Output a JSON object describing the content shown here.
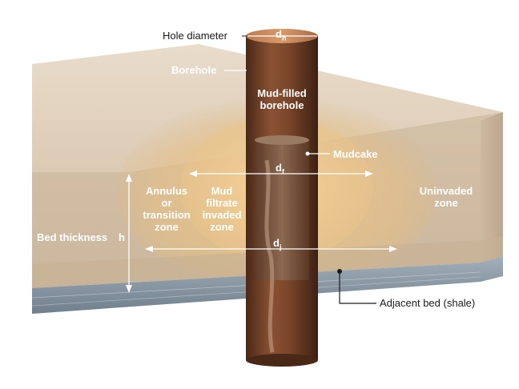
{
  "labels": {
    "hole_diameter": "Hole diameter",
    "dh_main": "d",
    "dh_sub": "h",
    "borehole": "Borehole",
    "mud_filled_1": "Mud-filled",
    "mud_filled_2": "borehole",
    "mudcake": "Mudcake",
    "df_main": "d",
    "df_sub": "f",
    "annulus_1": "Annulus",
    "annulus_2": "or",
    "annulus_3": "transition",
    "annulus_4": "zone",
    "mud_1": "Mud",
    "mud_2": "filtrate",
    "mud_3": "invaded",
    "mud_4": "zone",
    "uninvaded_1": "Uninvaded",
    "uninvaded_2": "zone",
    "bed_thickness": "Bed thickness",
    "h": "h",
    "dj_main": "d",
    "dj_sub": "j",
    "adjacent_bed": "Adjacent bed (shale)"
  },
  "colors": {
    "block_face": "#d9c7b0",
    "block_top": "#e6d6c2",
    "transition_glow": "#e8c48a",
    "invaded_glow": "#efcf95",
    "shale": "#8a9aa6",
    "borehole_dark": "#5a3220",
    "borehole_light": "#a86a45",
    "annotation": "#ffffff",
    "leader": "#1a1a1a"
  }
}
